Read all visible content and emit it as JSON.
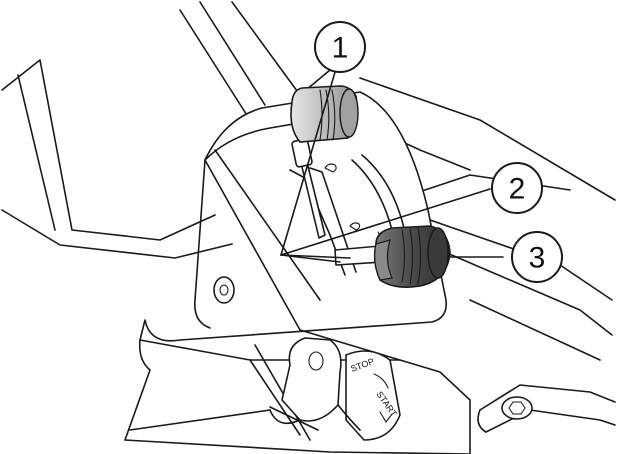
{
  "callouts": [
    {
      "label": "1"
    },
    {
      "label": "2"
    },
    {
      "label": "3"
    }
  ],
  "ignition": {
    "stop_label": "STOP",
    "start_label": "START"
  },
  "colors": {
    "line": "#1a1a1a",
    "knob_light": "#bdbdbd",
    "knob_dark": "#5a5a5a"
  }
}
